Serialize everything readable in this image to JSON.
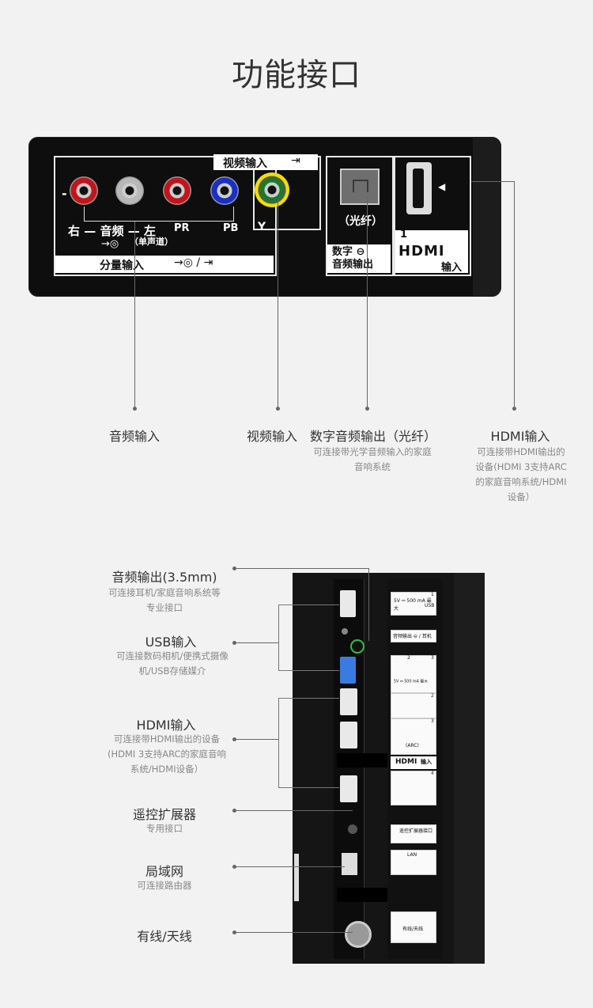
{
  "page": {
    "title": "功能接口"
  },
  "top_panel": {
    "video_in_label": "视频输入",
    "audio_right": "右",
    "audio_text": "音频",
    "audio_left": "左",
    "mono": "（单声道）",
    "pr": "PR",
    "pb": "PB",
    "y": "Y",
    "component_label": "分量输入",
    "optical": "（光纤）",
    "digital_audio_line1": "数字",
    "digital_audio_line2": "音频输出",
    "hdmi_num": "1",
    "hdmi_logo": "HDMI",
    "hdmi_input": "输入",
    "minus": "-"
  },
  "top_callouts": [
    {
      "title": "音频输入",
      "desc": ""
    },
    {
      "title": "视频输入",
      "desc": ""
    },
    {
      "title": "数字音频输出（光纤）",
      "desc": "可连接带光学音频输入的家庭音响系统"
    },
    {
      "title": "HDMI输入",
      "desc": "可连接带HDMI输出的设备(HDMI 3支持ARC的家庭音响系统/HDMI设备）"
    }
  ],
  "bottom_callouts": [
    {
      "title": "音频输出(3.5mm)",
      "desc": "可连接耳机/家庭音响系统等专业接口"
    },
    {
      "title": "USB输入",
      "desc": "可连接数码相机/便携式摄像机/USB存储媒介"
    },
    {
      "title": "HDMI输入",
      "desc": "可连接带HDMI输出的设备(HDMI 3支持ARC的家庭音响系统/HDMI设备）"
    },
    {
      "title": "遥控扩展器",
      "desc": "专用接口"
    },
    {
      "title": "局域网",
      "desc": "可连接路由器"
    },
    {
      "title": "有线/天线",
      "desc": ""
    }
  ],
  "side_panel": {
    "usb_spec": "5V ⎓ 500 mA 最大",
    "usb_label": "USB",
    "audio_out_label": "音频输出 ⊖ / 耳机",
    "arc": "(ARC)",
    "hdmi_logo": "HDMI",
    "hdmi_input": "输入",
    "remote_ext": "遥控扩展器接口",
    "lan": "LAN",
    "antenna": "有线/天线",
    "p1": "1",
    "p2": "2",
    "p3": "3",
    "p4": "4"
  },
  "colors": {
    "jack_red": "#c2141a",
    "jack_white": "#b8b8b8",
    "jack_blue": "#1a2fc4",
    "jack_green": "#1b7a2a",
    "jack_yellow": "#f2de00"
  }
}
